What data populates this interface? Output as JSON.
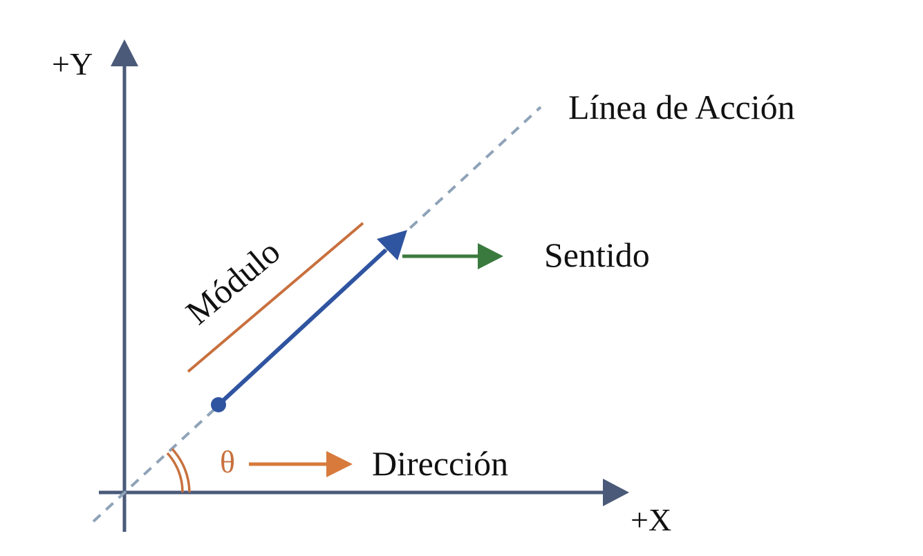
{
  "diagram": {
    "labels": {
      "y_axis": "+Y",
      "x_axis": "+X",
      "line_of_action": "Línea de Acción",
      "magnitude": "Módulo",
      "sense": "Sentido",
      "direction": "Dirección",
      "angle_symbol": "θ"
    },
    "colors": {
      "axes": "#4a5a78",
      "line_of_action": "#8fa3b8",
      "vector": "#2f54a0",
      "magnitude_bar": "#c8703e",
      "sense_arrow": "#3a7a3e",
      "direction_arrow": "#d77a3c",
      "angle_arc": "#c8703e",
      "text": "#111111"
    },
    "icons": {
      "vector_tail": "dot",
      "vector_head": "triangle-arrowhead"
    }
  }
}
